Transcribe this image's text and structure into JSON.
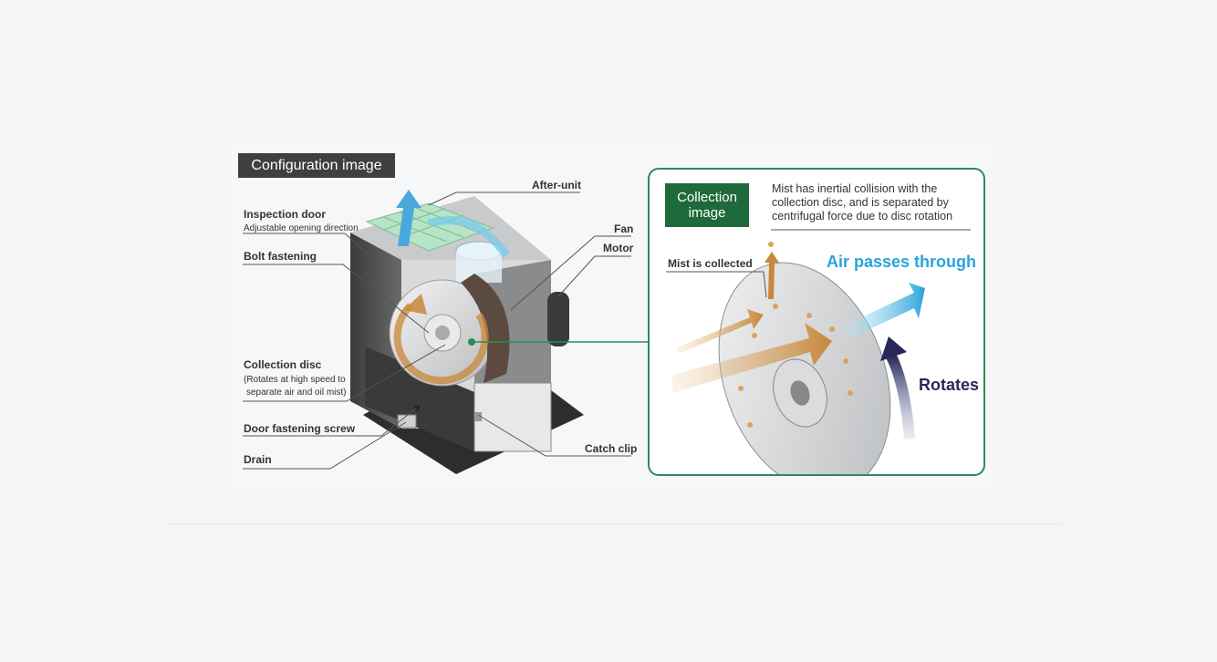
{
  "config_title": "Configuration image",
  "labels": {
    "after_unit": "After-unit",
    "inspection_door": "Inspection door",
    "inspection_door_sub": "Adjustable opening direction",
    "bolt_fastening": "Bolt fastening",
    "fan": "Fan",
    "motor": "Motor",
    "collection_disc": "Collection disc",
    "collection_disc_sub1": "(Rotates at high speed to",
    "collection_disc_sub2": "separate air and oil mist)",
    "door_fastening_screw": "Door fastening screw",
    "drain": "Drain",
    "catch_clip": "Catch clip"
  },
  "collection": {
    "title": "Collection image",
    "description": "Mist has inertial collision with the collection disc, and is separated by centrifugal force due to disc rotation",
    "mist_collected": "Mist is collected",
    "air_passes": "Air passes through",
    "rotates": "Rotates"
  },
  "colors": {
    "accent_green": "#1f6a3a",
    "air_blue": "#29a3dc",
    "mist_orange": "#c8873a",
    "rotate_navy": "#27285a"
  }
}
